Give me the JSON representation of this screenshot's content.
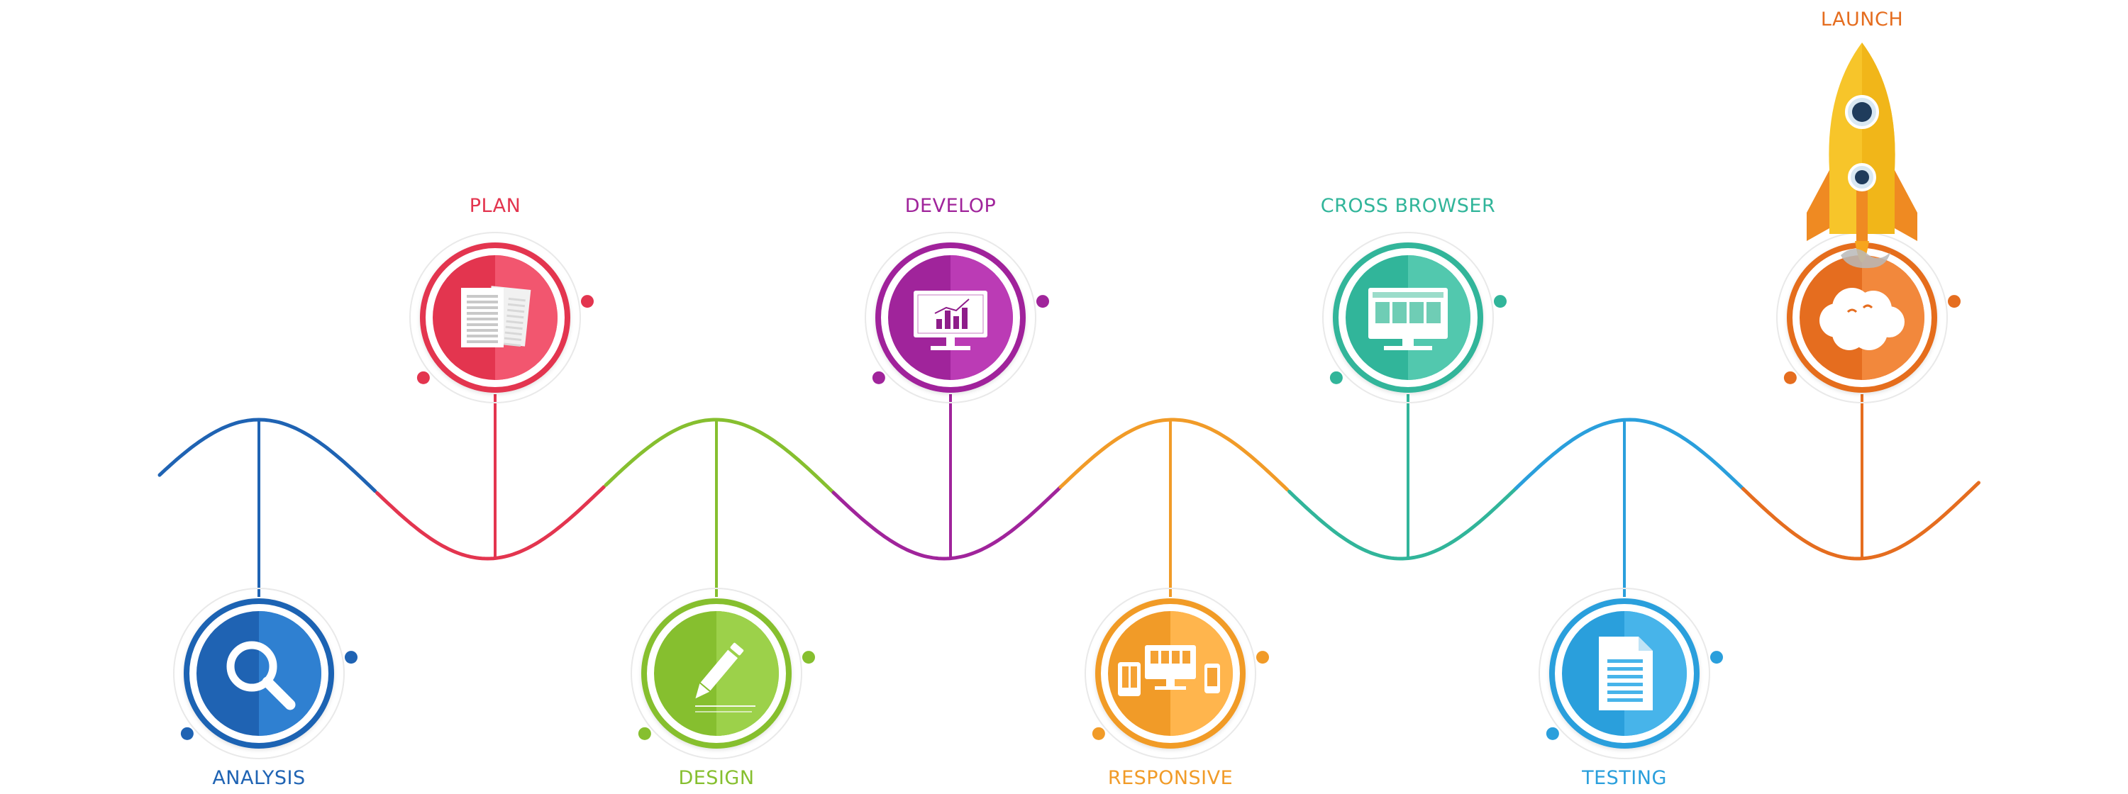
{
  "steps": [
    {
      "key": "analysis",
      "label": "ANALYSIS",
      "color": "#1f63b3",
      "light": "#2f80d1",
      "icon": "magnifier-icon"
    },
    {
      "key": "plan",
      "label": "PLAN",
      "color": "#e3354f",
      "light": "#f2566f",
      "icon": "documents-icon"
    },
    {
      "key": "design",
      "label": "DESIGN",
      "color": "#86bf2f",
      "light": "#9cd14a",
      "icon": "pencil-icon"
    },
    {
      "key": "develop",
      "label": "DEVELOP",
      "color": "#a0249b",
      "light": "#bb3bb5",
      "icon": "monitor-chart-icon"
    },
    {
      "key": "responsive",
      "label": "RESPONSIVE",
      "color": "#f19b28",
      "light": "#ffb54d",
      "icon": "devices-icon"
    },
    {
      "key": "cross_browser",
      "label": "CROSS BROWSER",
      "color": "#31b59a",
      "light": "#52c8ae",
      "icon": "browser-window-icon"
    },
    {
      "key": "testing",
      "label": "TESTING",
      "color": "#2a9fdc",
      "light": "#47b4ea",
      "icon": "document-icon"
    },
    {
      "key": "launch",
      "label": "LAUNCH",
      "color": "#e56d1f",
      "light": "#f2883c",
      "icon": "cloud-icon"
    }
  ],
  "rocket": {
    "icon": "rocket-icon",
    "body": "#f7c52a",
    "fin": "#ef8a22",
    "window": "#1f3c5c"
  }
}
